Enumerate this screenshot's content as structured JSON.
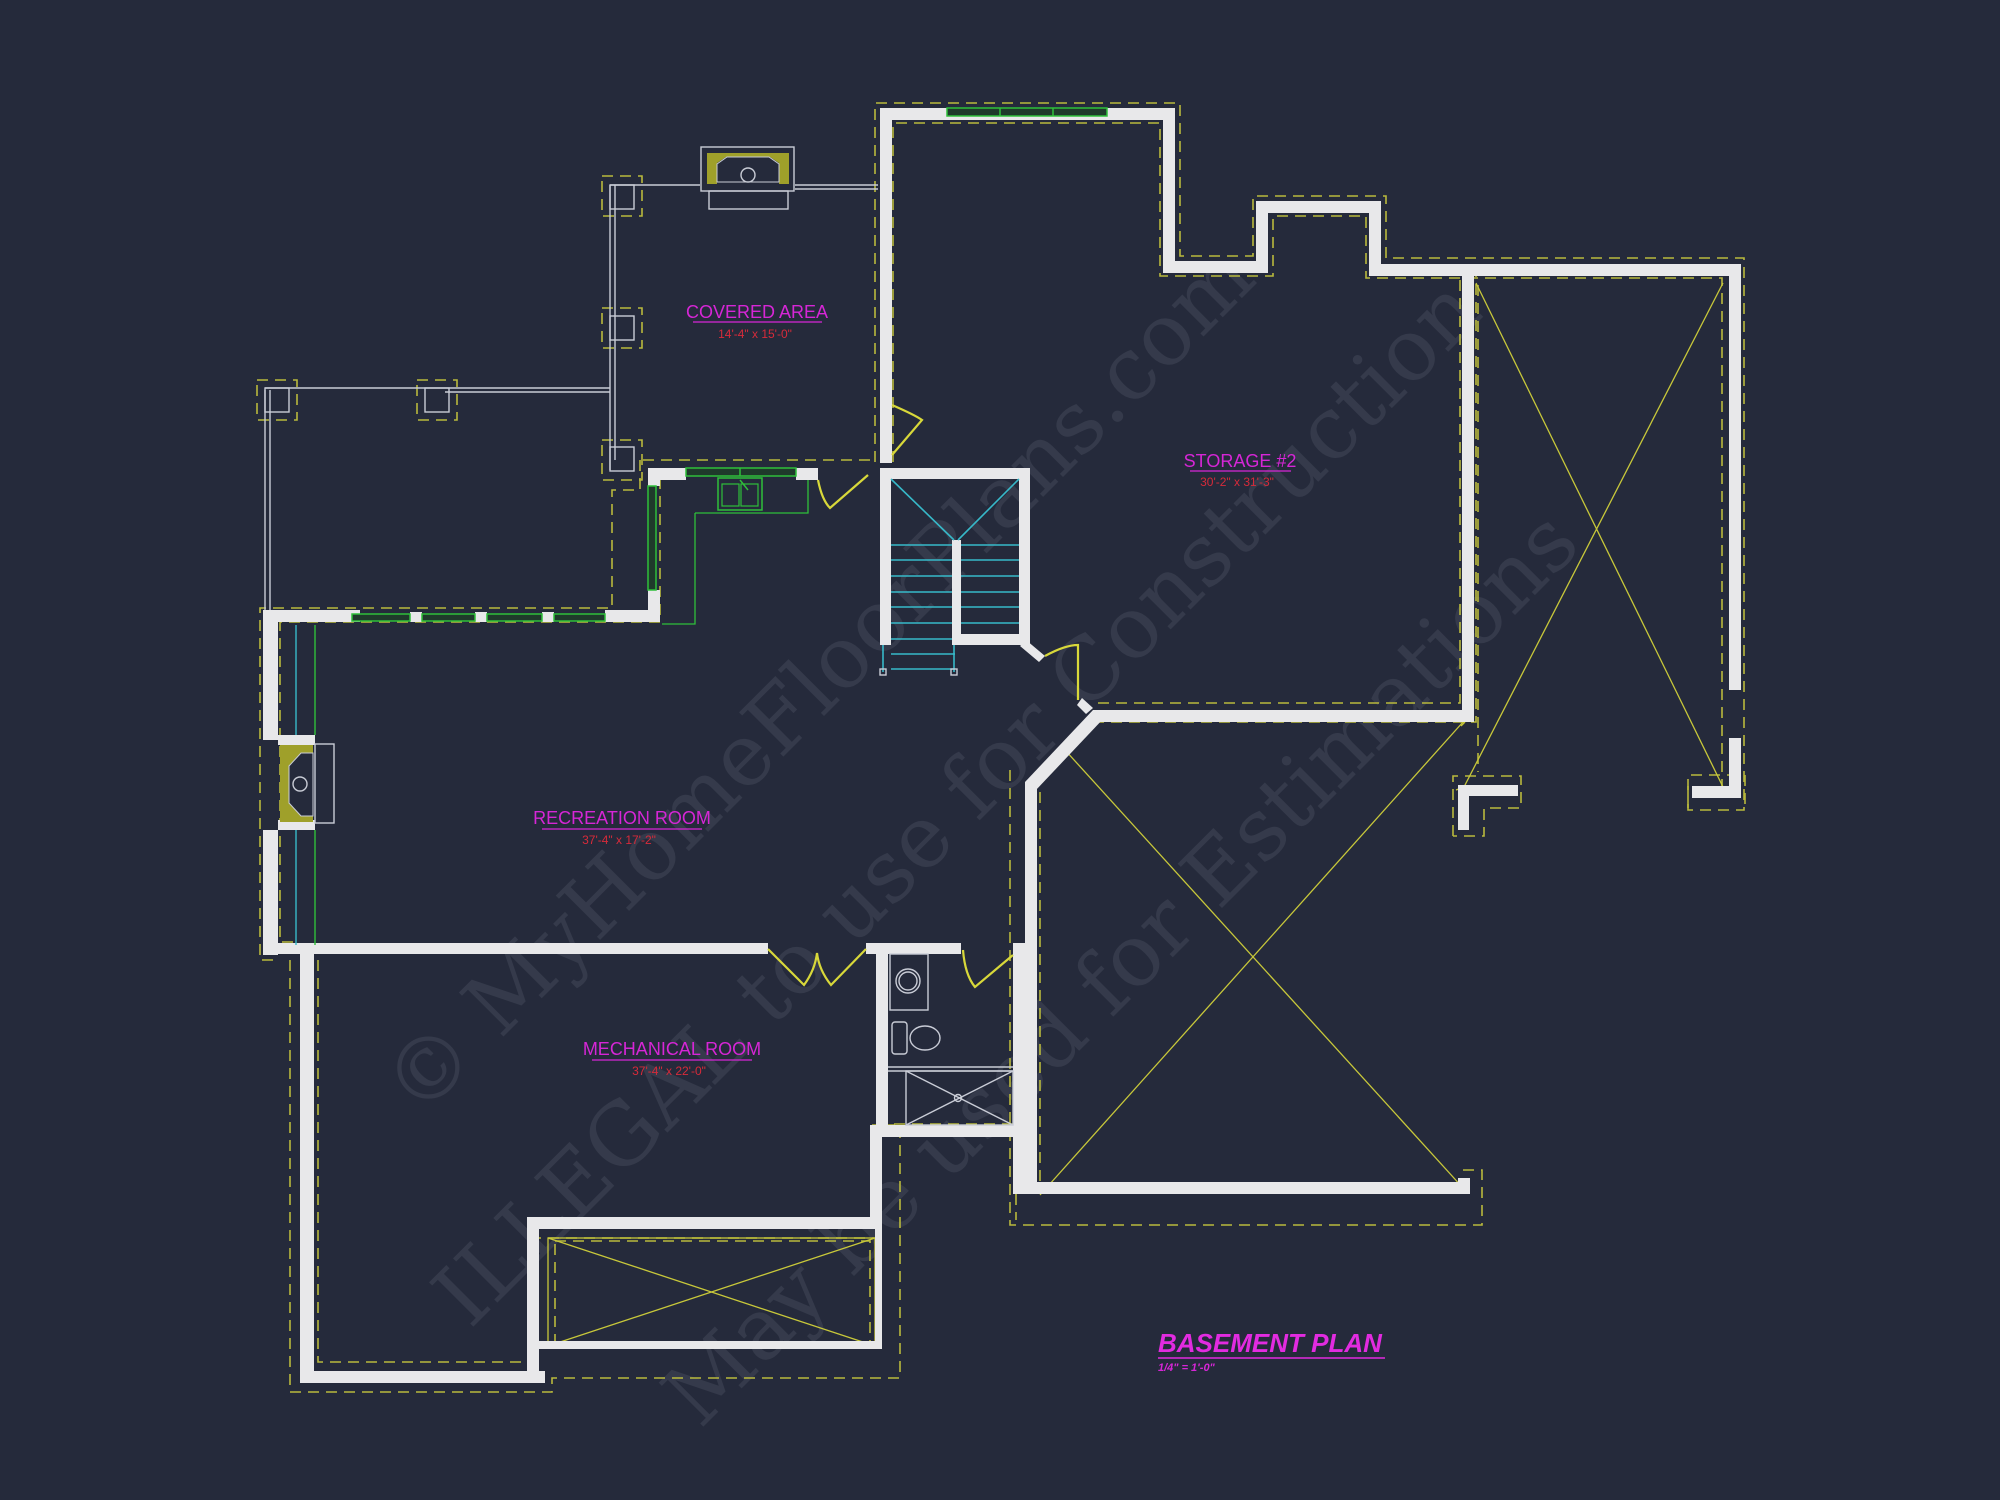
{
  "plan": {
    "title": "BASEMENT PLAN",
    "scale": "1/4\" = 1'-0\""
  },
  "rooms": [
    {
      "id": "covered-area",
      "name": "COVERED AREA",
      "dimensions": "14'-4\" x 15'-0\""
    },
    {
      "id": "storage-2",
      "name": "STORAGE #2",
      "dimensions": "30'-2\" x 31'-3\""
    },
    {
      "id": "recreation-room",
      "name": "RECREATION ROOM",
      "dimensions": "37'-4\" x 17'-2\""
    },
    {
      "id": "mechanical-room",
      "name": "MECHANICAL ROOM",
      "dimensions": "37'-4\" x 22'-0\""
    }
  ],
  "watermark": {
    "line1": "© MyHomeFloorPlans.com",
    "line2": "ILLEGAL to use for Construction",
    "line3": "May be used for Estimations"
  },
  "colors": {
    "background": "#252a3b",
    "walls": "#e8e8ea",
    "room_label": "#d626d6",
    "room_dimension": "#d72a3a",
    "footing_dash": "#b9b93c",
    "windows": "#2fbf3a",
    "stairs": "#37b9c9",
    "doors": "#d8d83a"
  },
  "icons": {
    "fireplace": "fireplace-icon",
    "toilet": "toilet-icon",
    "sink": "sink-icon",
    "shower": "shower-icon",
    "water-heater": "water-heater-icon",
    "stairs": "stairs-icon",
    "column": "column-icon"
  }
}
